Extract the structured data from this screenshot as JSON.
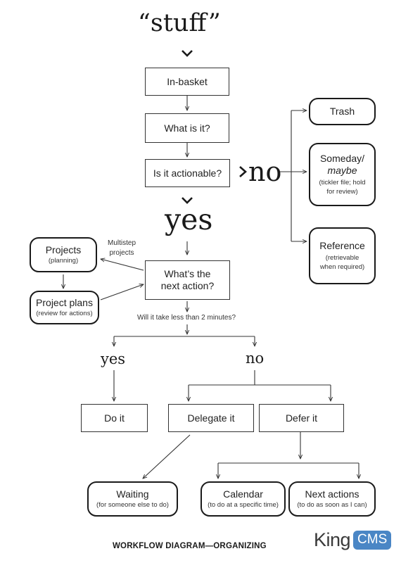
{
  "title": "“stuff”",
  "nodes": {
    "in_basket": {
      "label": "In-basket"
    },
    "what_is_it": {
      "label": "What is it?"
    },
    "actionable": {
      "label": "Is it actionable?"
    },
    "trash": {
      "label": "Trash"
    },
    "someday": {
      "label": "Someday/",
      "label2": "maybe",
      "sub": "(tickler file; hold",
      "sub2": "for review)"
    },
    "reference": {
      "label": "Reference",
      "sub": "(retrievable",
      "sub2": "when required)"
    },
    "projects": {
      "label": "Projects",
      "sub": "(planning)"
    },
    "project_plans": {
      "label": "Project plans",
      "sub": "(review for actions)"
    },
    "next_action": {
      "label": "What’s the",
      "label2": "next action?"
    },
    "do_it": {
      "label": "Do it"
    },
    "delegate": {
      "label": "Delegate it"
    },
    "defer": {
      "label": "Defer it"
    },
    "waiting": {
      "label": "Waiting",
      "sub": "(for someone else to do)"
    },
    "calendar": {
      "label": "Calendar",
      "sub": "(to do at a specific time)"
    },
    "next_actions": {
      "label": "Next actions",
      "sub": "(to do as soon as I can)"
    }
  },
  "labels": {
    "no_big": "no",
    "yes_big": "yes",
    "multistep": "Multistep",
    "multistep2": "projects",
    "two_minutes": "Will it take less than 2 minutes?",
    "yes_small": "yes",
    "no_small": "no"
  },
  "caption": "WORKFLOW DIAGRAM—ORGANIZING",
  "watermark": {
    "king": "King",
    "cms": "CMS",
    "accent": "#4a86c5"
  }
}
